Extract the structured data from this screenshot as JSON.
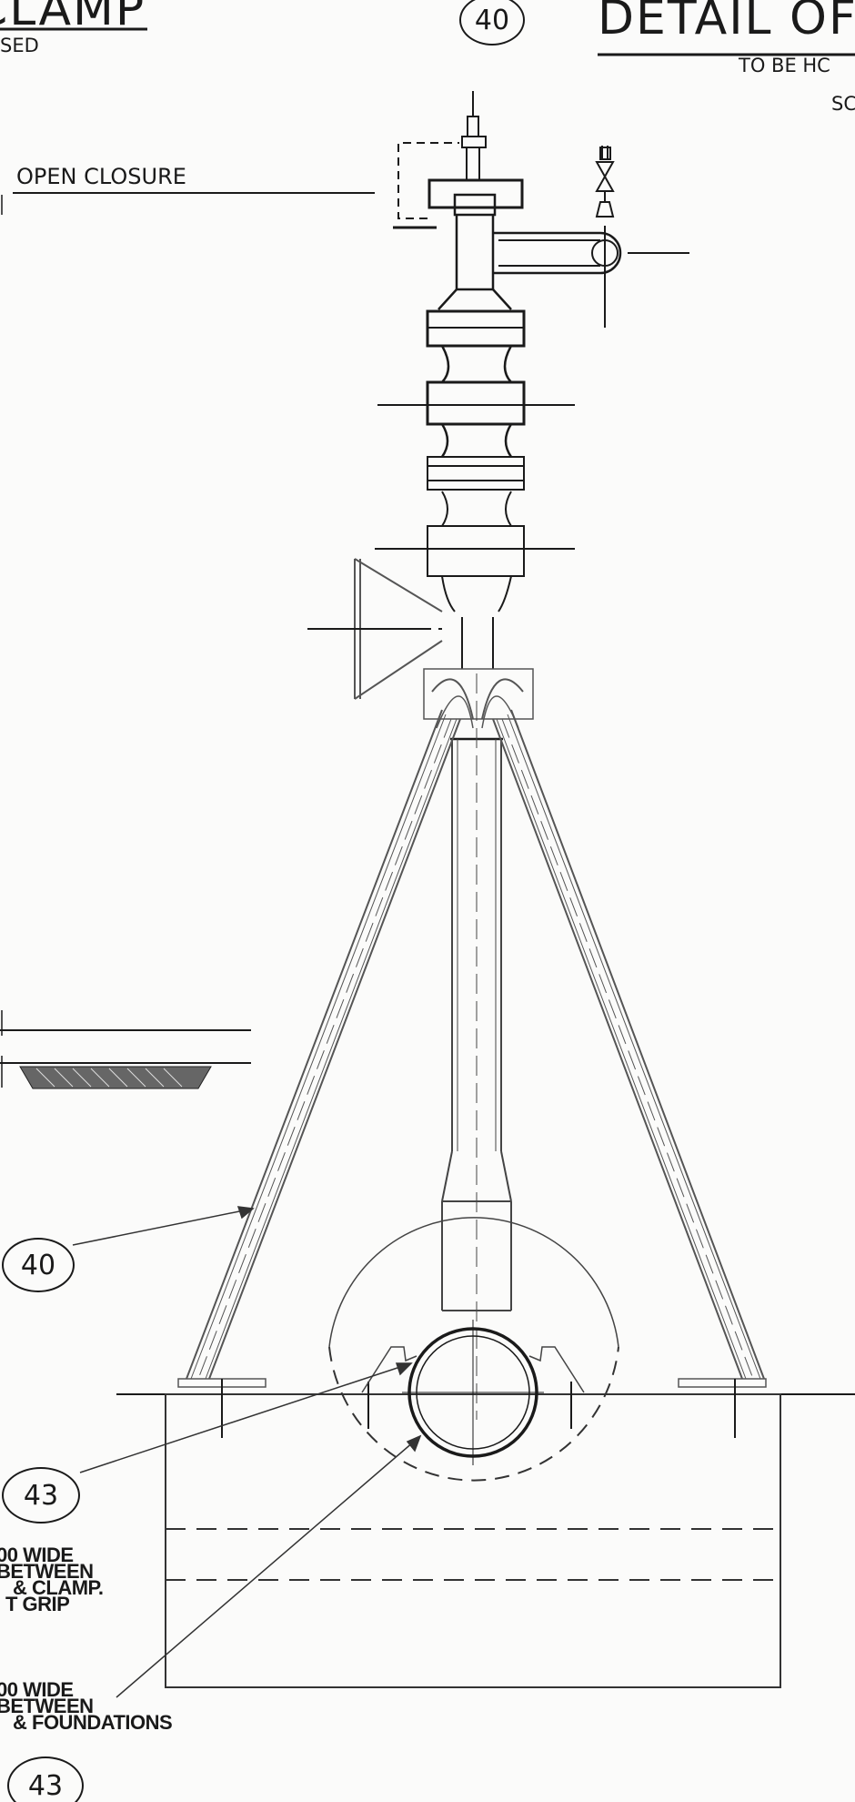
{
  "titles": {
    "left_title_fragment": "CLAMP",
    "left_sub_fragment": "SED",
    "right_title_fragment": "DETAIL OF",
    "right_sub_fragment": "TO BE HC",
    "right_sub2_fragment": "SC"
  },
  "callouts": {
    "title_ref": "40",
    "leg_ref": "40",
    "clamp_ref": "43",
    "bottom_ref": "43"
  },
  "notes": {
    "open_closure": "OPEN CLOSURE",
    "clamp_note": [
      "00 WIDE",
      "BETWEEN",
      " & CLAMP.",
      "T GRIP"
    ],
    "foundation_note": [
      "00 WIDE",
      "BETWEEN",
      " & FOUNDATIONS"
    ]
  },
  "colors": {
    "ink": "#1a1a1a",
    "paper": "#fbfbfa"
  }
}
